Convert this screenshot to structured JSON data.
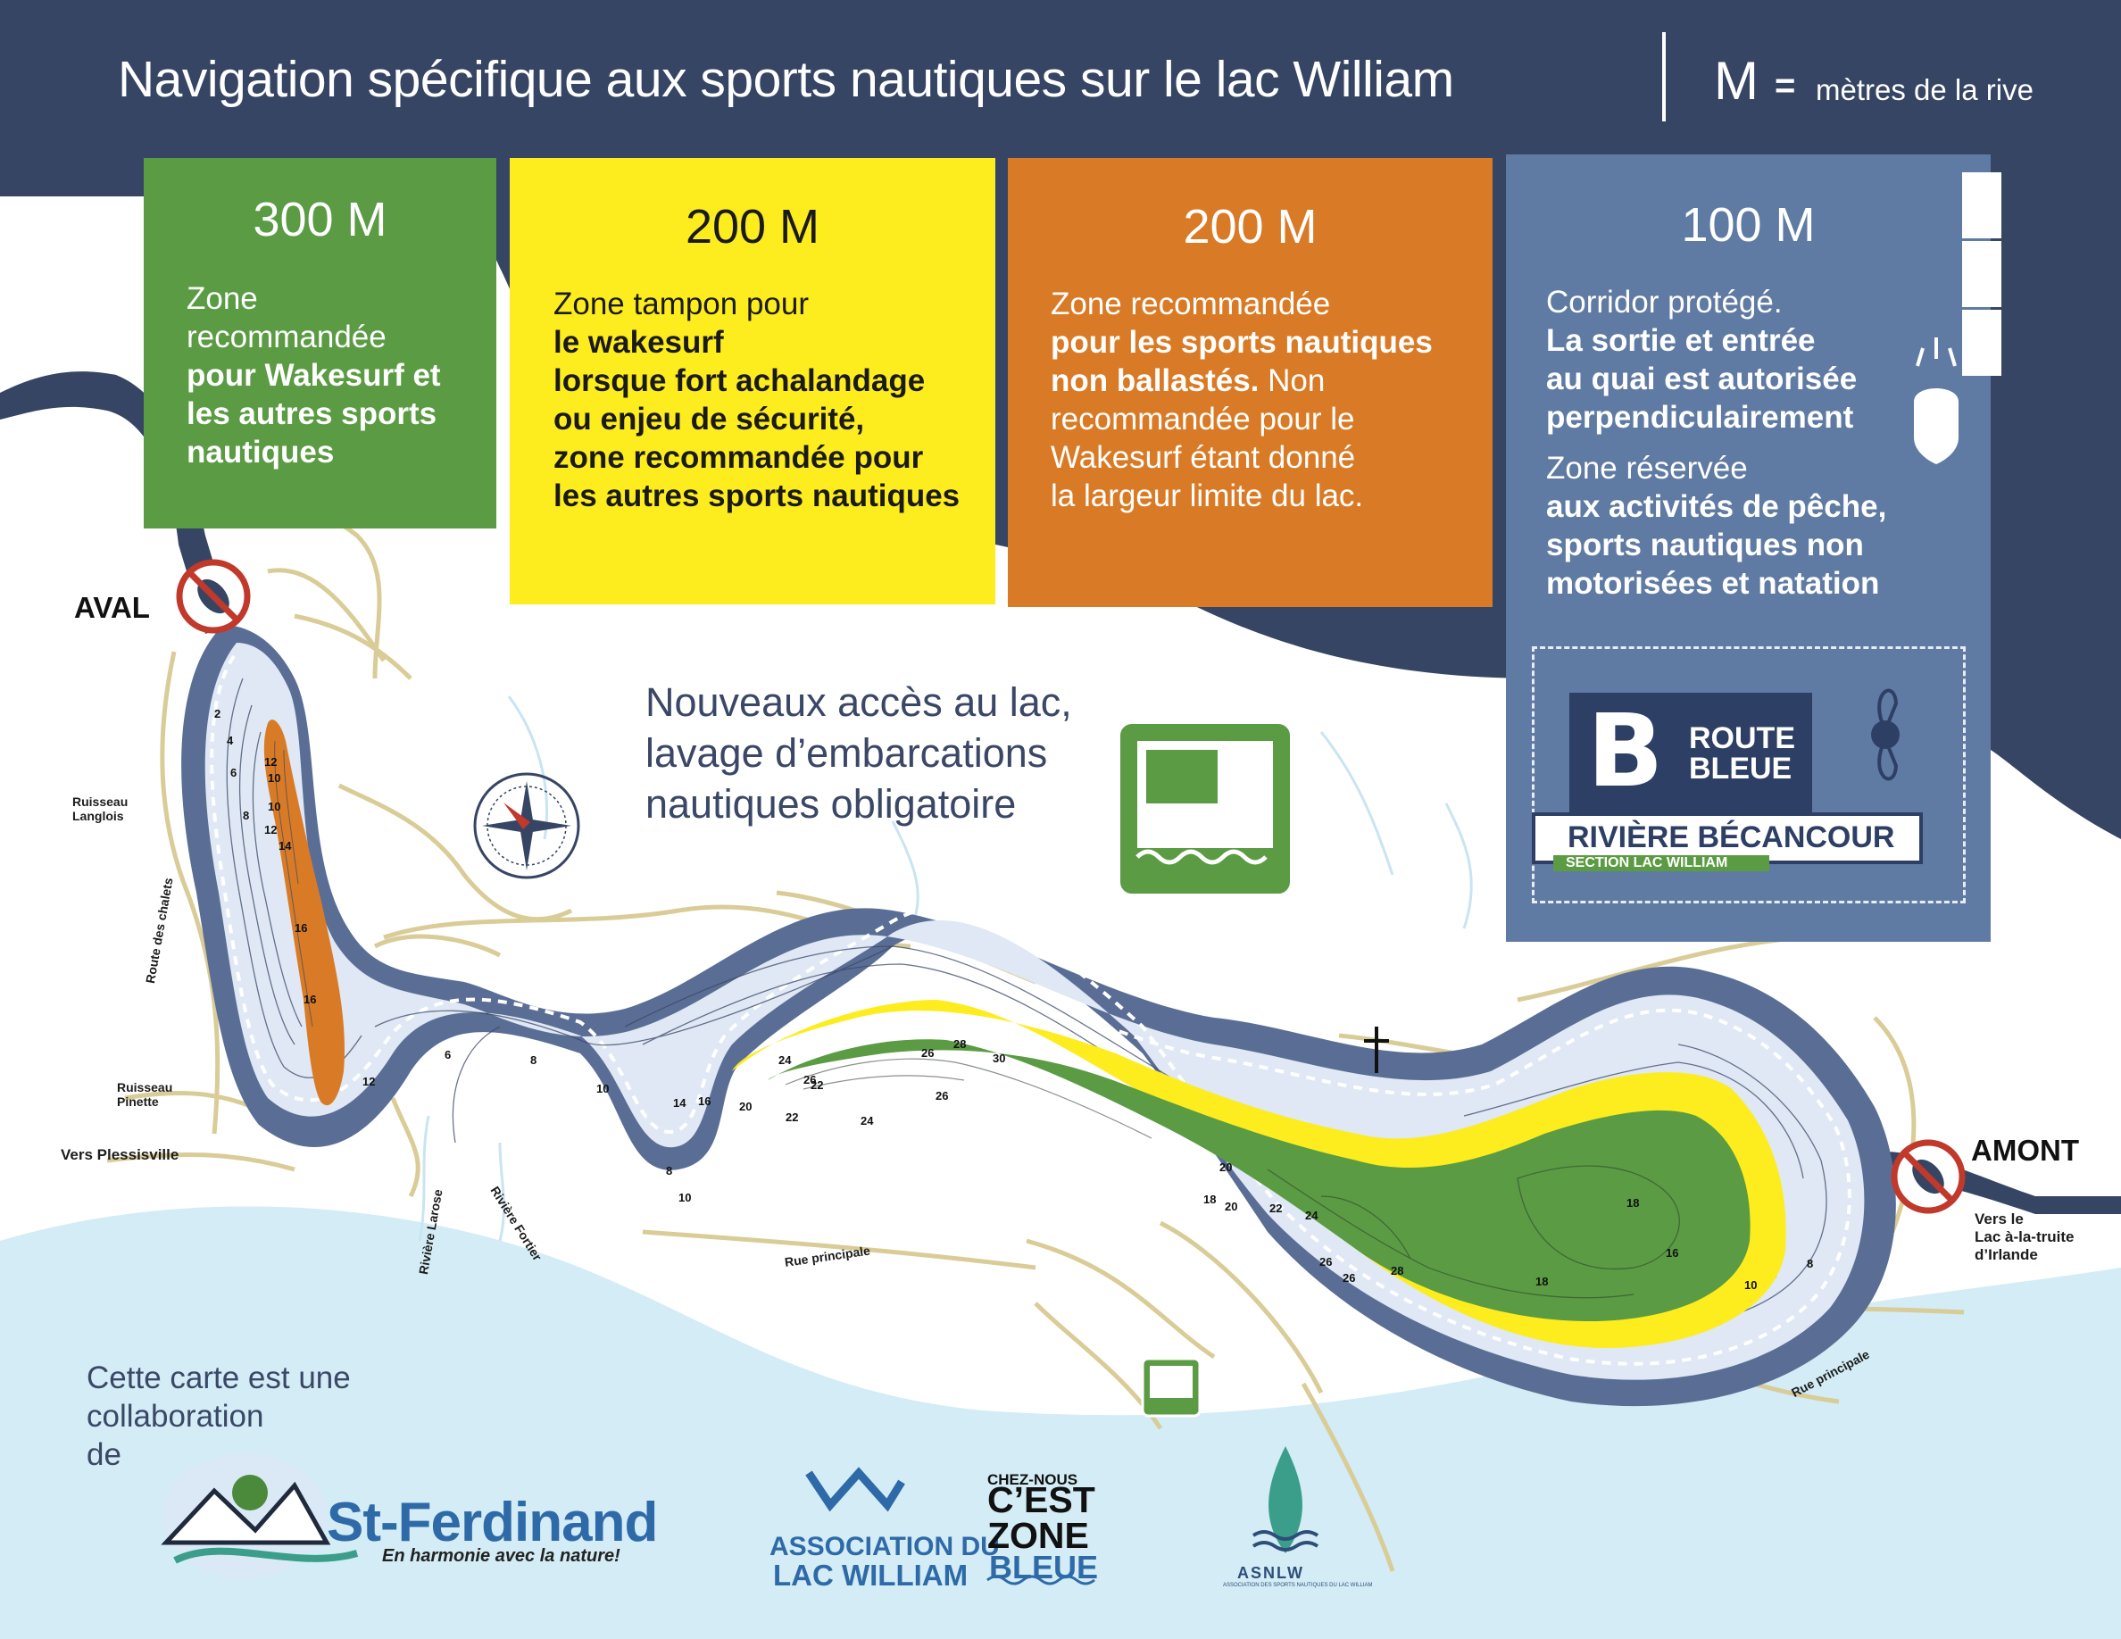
{
  "header": {
    "title": "Navigation spécifique aux sports nautiques sur le lac William",
    "legend_symbol": "M",
    "legend_equals": "=",
    "legend_text": "mètres de la rive"
  },
  "zones": [
    {
      "distance": "300 M",
      "color": "#5a9b43",
      "line1": "Zone",
      "line2": "recommandée",
      "bold": [
        "pour Wakesurf et",
        "les autres sports",
        "nautiques"
      ]
    },
    {
      "distance": "200 M",
      "color": "#fdec1e",
      "line1": "Zone tampon pour",
      "bold": [
        "le wakesurf",
        "lorsque fort achalandage",
        "ou enjeu de sécurité,",
        "zone recommandée pour",
        "les autres sports nautiques"
      ]
    },
    {
      "distance": "200 M",
      "color": "#d97b26",
      "line1": "Zone recommandée",
      "bold": [
        "pour les sports nautiques",
        "non ballastés."
      ],
      "rest_inline": "Non",
      "rest": [
        "recommandée pour le",
        "Wakesurf étant donné",
        "la largeur limite du lac."
      ]
    },
    {
      "distance": "100 M",
      "color": "#5f7ba3",
      "line1": "Corridor protégé.",
      "bold": [
        "La sortie et entrée",
        "au quai est autorisée",
        "perpendiculairement"
      ],
      "line2": "Zone réservée",
      "bold2": [
        "aux activités de pêche,",
        "sports nautiques non",
        "motorisées et natation"
      ]
    }
  ],
  "route_bleue": {
    "letter": "B",
    "line1": "ROUTE",
    "line2": "BLEUE",
    "river": "RIVIÈRE BÉCANCOUR",
    "section": "SECTION LAC WILLIAM"
  },
  "notice": [
    "Nouveaux accès au lac,",
    "lavage d’embarcations",
    "nautiques obligatoire"
  ],
  "map": {
    "aval": "AVAL",
    "amont": "AMONT",
    "labels": {
      "ruisseau_langlois_1": "Ruisseau",
      "ruisseau_langlois_2": "Langlois",
      "ruisseau_pinette_1": "Ruisseau",
      "ruisseau_pinette_2": "Pinette",
      "vers_plessisville": "Vers Plessisville",
      "route_chalets": "Route des chalets",
      "riviere_larose": "Rivière Larose",
      "riviere_fortier": "Rivière Fortier",
      "rue_principale_1": "Rue principale",
      "rue_principale_2": "Rue principale",
      "vers_le": "Vers le",
      "lac_truite": "Lac à-la-truite",
      "irlande": "d’Irlande"
    },
    "depths": [
      "2",
      "4",
      "6",
      "12",
      "10",
      "10",
      "8",
      "12",
      "14",
      "16",
      "16",
      "12",
      "6",
      "8",
      "10",
      "14",
      "16",
      "20",
      "24",
      "26",
      "22",
      "22",
      "24",
      "26",
      "28",
      "30",
      "26",
      "20",
      "18",
      "20",
      "22",
      "24",
      "26",
      "26",
      "28",
      "18",
      "18",
      "16",
      "10",
      "8",
      "8",
      "10"
    ]
  },
  "collaboration": [
    "Cette carte est une",
    "collaboration",
    "de"
  ],
  "logos": {
    "st_ferdinand": "St-Ferdinand",
    "st_ferdinand_slogan": "En harmonie avec la nature!",
    "association_1": "ASSOCIATION DU",
    "association_2": "LAC WILLIAM",
    "czb_1": "CHEZ-NOUS",
    "czb_2": "C’EST",
    "czb_3": "ZONE",
    "czb_4": "BLEUE",
    "asnlw": "ASNLW",
    "asnlw_sub": "ASSOCIATION DES SPORTS NAUTIQUES DU LAC WILLIAM"
  }
}
